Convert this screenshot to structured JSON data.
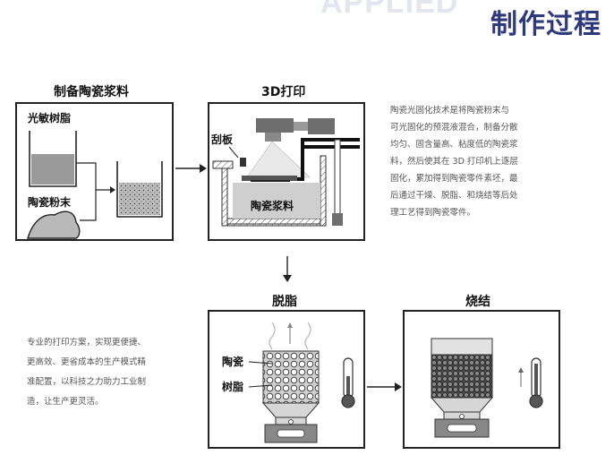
{
  "header": {
    "watermark": "APPLIED",
    "title": "制作过程"
  },
  "stages": {
    "prep": {
      "title": "制备陶瓷浆料",
      "label_resin": "光敏树脂",
      "label_powder": "陶瓷粉末"
    },
    "print": {
      "title": "3D打印",
      "label_scraper": "刮板",
      "label_slurry": "陶瓷浆料"
    },
    "debind": {
      "title": "脱脂",
      "label_ceramic": "陶瓷",
      "label_resin": "树脂"
    },
    "sinter": {
      "title": "烧结"
    }
  },
  "description_right": [
    "陶瓷光固化技术是将陶瓷粉末与",
    "可光固化的预混液混合，制备分散",
    "均匀、固含量高、粘度低的陶瓷浆",
    "料，然后使其在 3D 打印机上逐层",
    "固化，累加得到陶瓷零件素坯，最",
    "后通过干燥、脱脂、和烧结等后处",
    "理工艺得到陶瓷零件。"
  ],
  "description_left": [
    "专业的打印方案，实现更便捷、",
    "更高效、更省成本的生产模式精",
    "准配置，以科技之力助力工业制",
    "造，让生产更灵活。"
  ]
}
